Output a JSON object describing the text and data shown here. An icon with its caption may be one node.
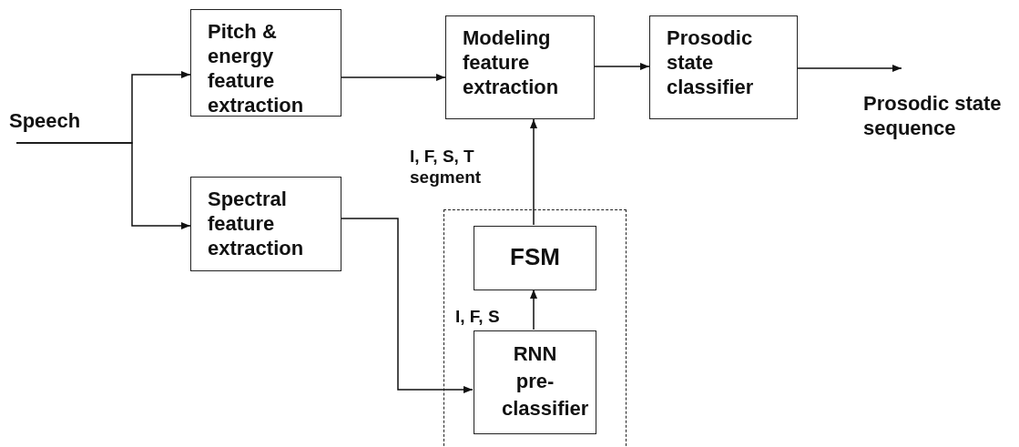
{
  "diagram": {
    "nodes": [
      {
        "text": [
          "Speech"
        ]
      },
      {
        "text": [
          "Pitch & energy feature extraction"
        ]
      },
      {
        "text": [
          "Spectral feature extraction"
        ]
      },
      {
        "text": [
          "Modeling feature extraction"
        ]
      },
      {
        "text": [
          "Prosodic state classifier"
        ]
      },
      {
        "text": [],
        "shape": "box"
      },
      {
        "text": [
          "FSM"
        ],
        "in": 5
      },
      {
        "text": [
          "RNN pre-classifier"
        ],
        "in": 5
      }
    ],
    "edges": [
      {
        "from": 0,
        "to": 1,
        "arrow": "to"
      },
      {
        "from": 0,
        "to": 2,
        "arrow": "to"
      },
      {
        "from": 1,
        "to": 3,
        "arrow": "to"
      },
      {
        "from": 2,
        "to": 7,
        "arrow": "to"
      },
      {
        "from": 7,
        "to": 6,
        "arrow": "to",
        "label": "I, F, S"
      },
      {
        "from": 6,
        "to": 3,
        "arrow": "to",
        "label": "I, F, S, T segment"
      },
      {
        "from": 3,
        "to": 4,
        "arrow": "to"
      },
      {
        "from": 4,
        "to": null,
        "arrow": "to"
      }
    ],
    "labels": [
      "Prosodic state sequence"
    ]
  }
}
